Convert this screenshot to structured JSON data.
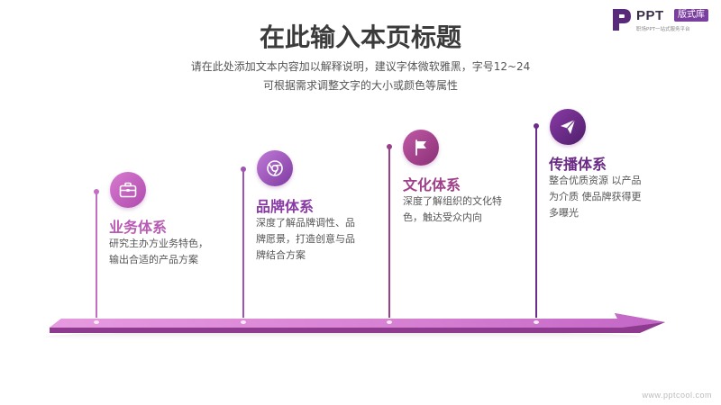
{
  "logo": {
    "word": "PPT",
    "badge": "版式库",
    "sub": "职场PPT一站式服务平台",
    "color": "#5a2a7a"
  },
  "header": {
    "title": "在此输入本页标题",
    "subtitle_line1": "请在此处添加文本内容加以解释说明，建议字体微软雅黑，字号12~24",
    "subtitle_line2": "可根据需求调整文字的大小或颜色等属性"
  },
  "items": [
    {
      "title": "业务体系",
      "desc_line1": "研究主办方业务特色，",
      "desc_line2": "输出合适的产品方案",
      "desc_line3": "",
      "icon": "briefcase-icon",
      "color": "#b95ab4"
    },
    {
      "title": "品牌体系",
      "desc_line1": "深度了解品牌调性、品",
      "desc_line2": "牌愿景，打造创意与品",
      "desc_line3": "牌结合方案",
      "icon": "chrome-icon",
      "color": "#8a3aa6"
    },
    {
      "title": "文化体系",
      "desc_line1": "深度了解组织的文化特",
      "desc_line2": "色，触达受众内向",
      "desc_line3": "",
      "icon": "flag-icon",
      "color": "#a0408a"
    },
    {
      "title": "传播体系",
      "desc_line1": "整合优质资源 以产品",
      "desc_line2": "为介质 使品牌获得更",
      "desc_line3": "多曝光",
      "icon": "paper-plane-icon",
      "color": "#6a2a86"
    }
  ],
  "footer": {
    "watermark": "www.pptcool.com"
  }
}
